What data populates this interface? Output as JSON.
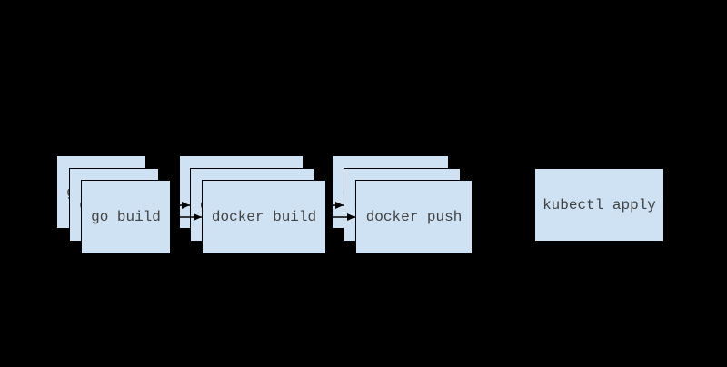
{
  "pipeline": {
    "stages": [
      {
        "id": "go-build",
        "label": "go build",
        "type": "stacked",
        "copies": 3
      },
      {
        "id": "docker-build",
        "label": "docker build",
        "type": "stacked",
        "copies": 3
      },
      {
        "id": "docker-push",
        "label": "docker push",
        "type": "stacked",
        "copies": 3
      },
      {
        "id": "kubectl-apply",
        "label": "kubectl apply",
        "type": "single",
        "copies": 1
      }
    ],
    "connections": [
      {
        "from": "go build",
        "to": "docker build"
      },
      {
        "from": "docker build",
        "to": "docker push"
      }
    ],
    "colors": {
      "background": "#000000",
      "box_fill": "#cfe2f3",
      "box_border": "#000000",
      "text": "#424242",
      "arrow": "#000000"
    }
  }
}
